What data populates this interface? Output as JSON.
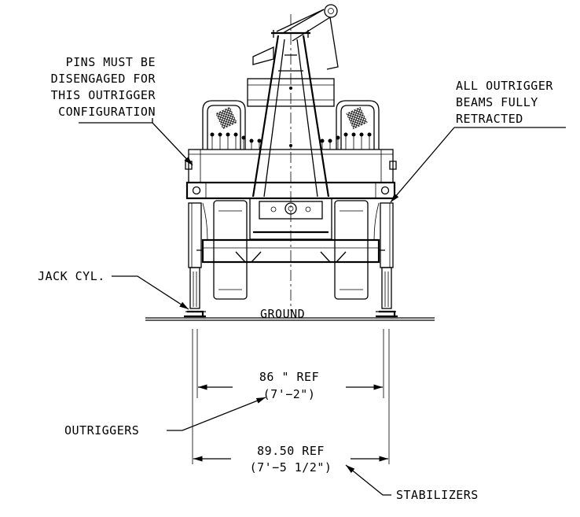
{
  "labels": {
    "pins_line1": "PINS MUST BE",
    "pins_line2": "DISENGAGED FOR",
    "pins_line3": "THIS OUTRIGGER",
    "pins_line4": "CONFIGURATION",
    "beams_line1": "ALL OUTRIGGER",
    "beams_line2": "BEAMS FULLY",
    "beams_line3": "RETRACTED",
    "jack_cyl": "JACK CYL.",
    "ground": "GROUND",
    "dim1_main": "86  \" REF",
    "dim1_sub": "(7'−2\")",
    "outriggers": "OUTRIGGERS",
    "dim2_main": "89.50 REF",
    "dim2_sub": "(7'−5 1/2\")",
    "stabilizers": "STABILIZERS"
  }
}
